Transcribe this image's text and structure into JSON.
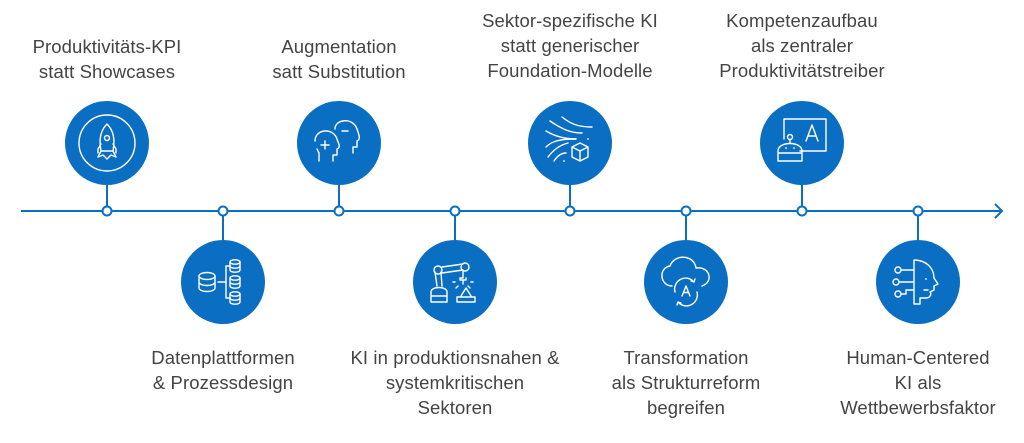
{
  "diagram": {
    "type": "timeline",
    "accent_color": "#0a6fc2",
    "text_color": "#444444",
    "direction_arrow": "right",
    "milestones": [
      {
        "id": 1,
        "position": "top",
        "label": "Produktivitäts-KPI\nstatt Showcases",
        "icon": "rocket-icon"
      },
      {
        "id": 2,
        "position": "bottom",
        "label": "Datenplattformen\n& Prozessdesign",
        "icon": "database-network-icon"
      },
      {
        "id": 3,
        "position": "top",
        "label": "Augmentation\nsatt Substitution",
        "icon": "heads-plus-minus-icon"
      },
      {
        "id": 4,
        "position": "bottom",
        "label": "KI in produktionsnahen &\nsystemkritischen\nSektoren",
        "icon": "robot-arm-icon"
      },
      {
        "id": 5,
        "position": "top",
        "label": "Sektor-spezifische  KI\nstatt generischer\nFoundation-Modelle",
        "icon": "data-flow-cube-icon"
      },
      {
        "id": 6,
        "position": "bottom",
        "label": "Transformation\nals Strukturreform\nbegreifen",
        "icon": "cloud-cycle-icon"
      },
      {
        "id": 7,
        "position": "top",
        "label": "Kompetenzaufbau\nals zentraler\nProduktivitätstreiber",
        "icon": "robot-teacher-icon"
      },
      {
        "id": 8,
        "position": "bottom",
        "label": "Human-Centered\nKI als\nWettbewerbsfaktor",
        "icon": "ai-head-icon"
      }
    ]
  }
}
